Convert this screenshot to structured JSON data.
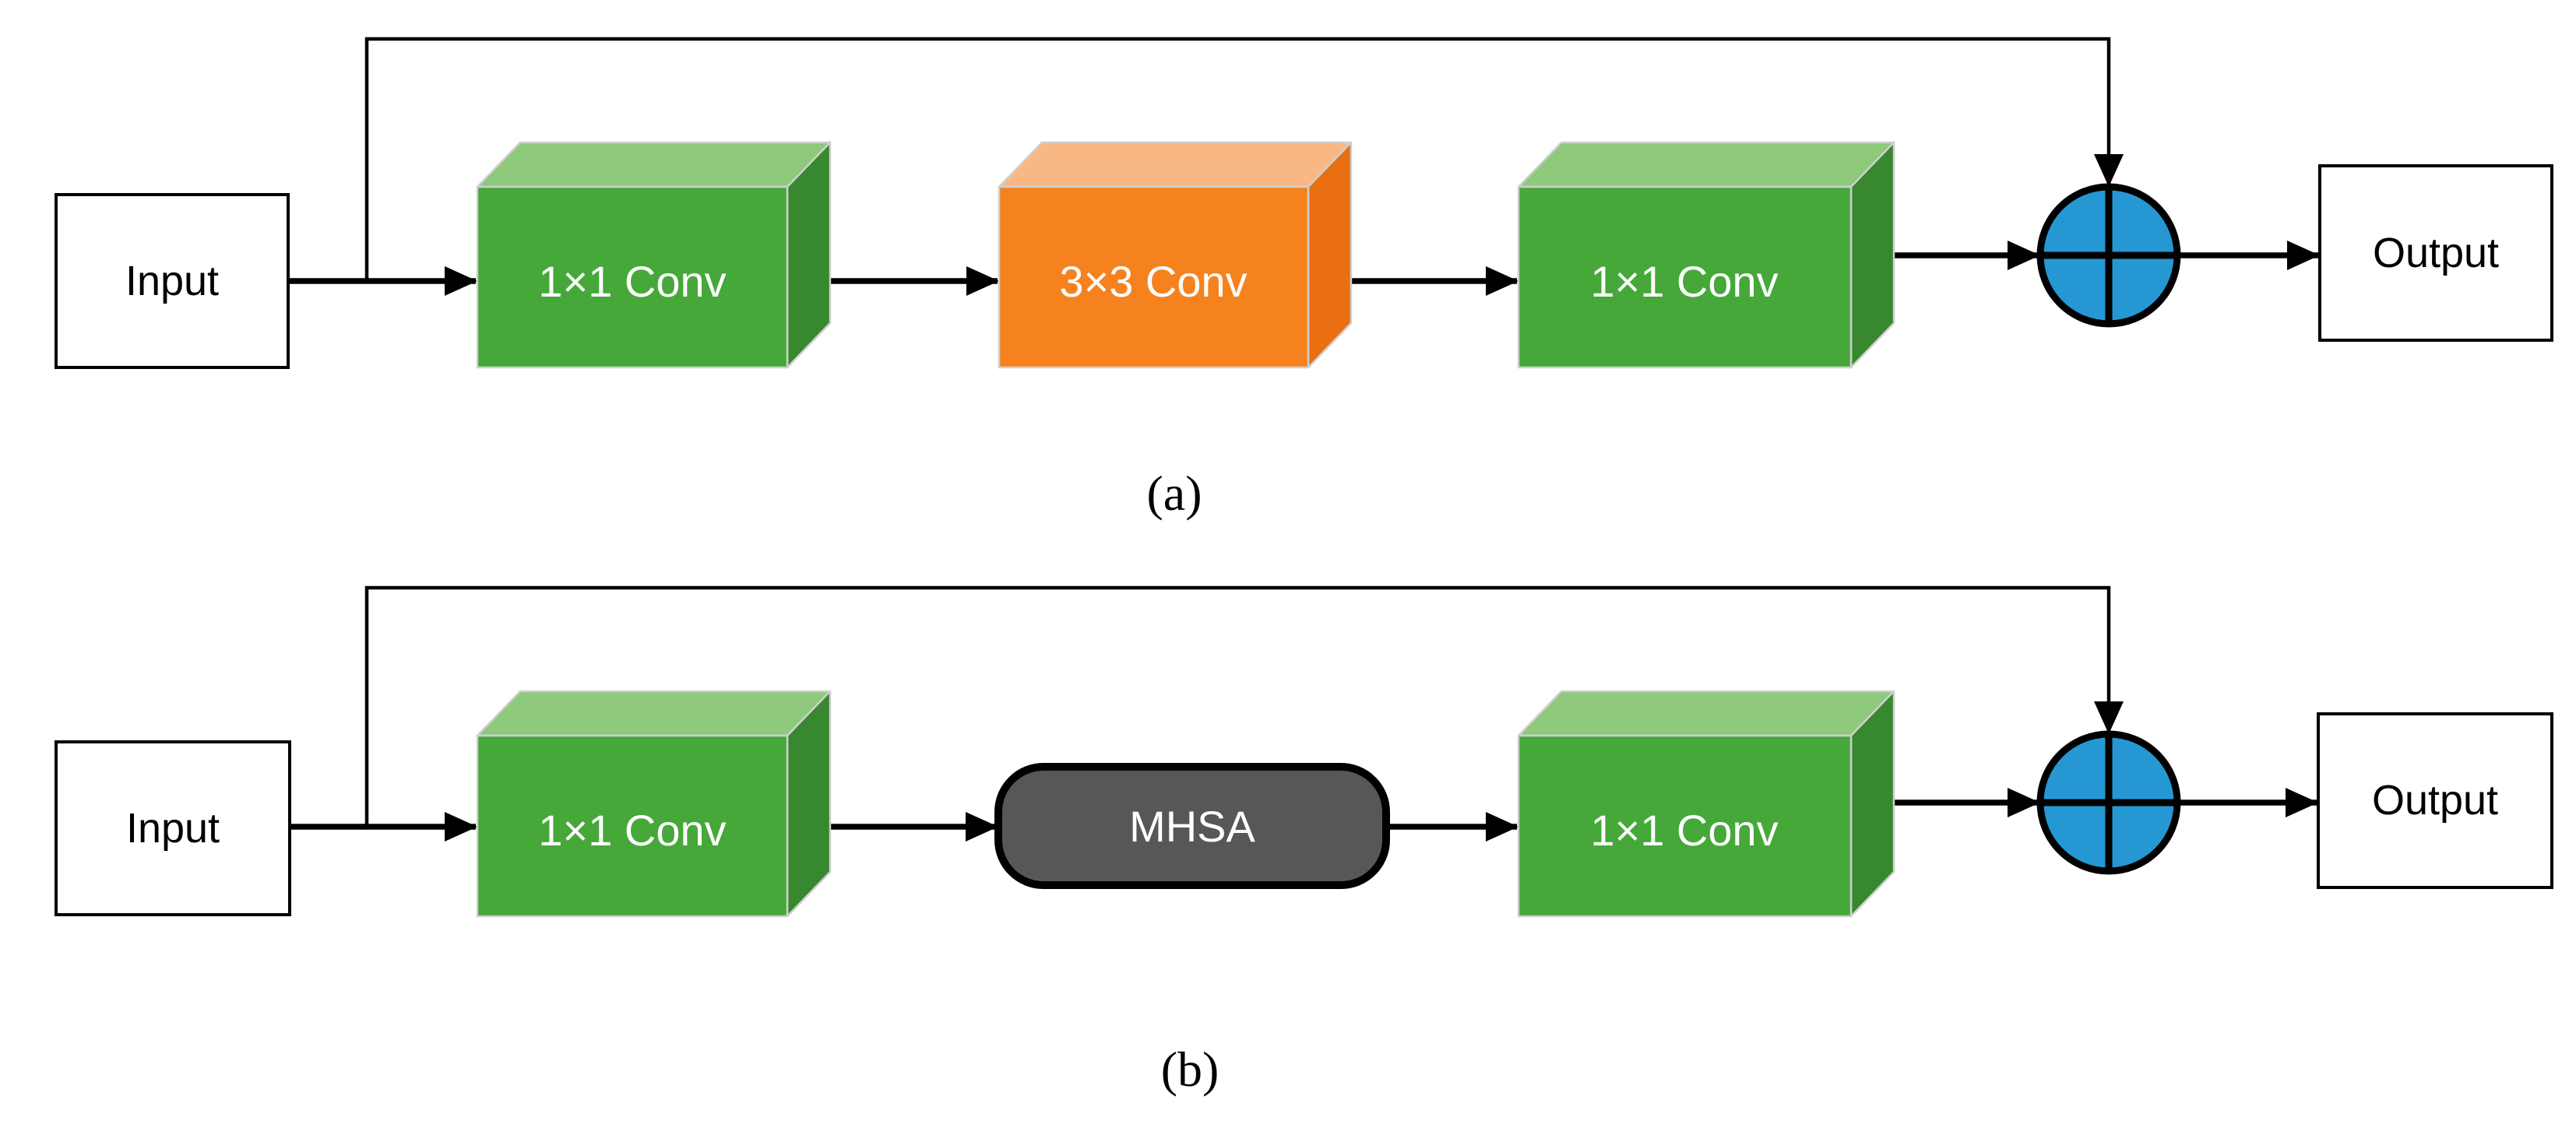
{
  "colors": {
    "background": "#ffffff",
    "line": "#000000",
    "conv_green_front": "#45a839",
    "conv_green_top": "#8ec97c",
    "conv_green_side": "#37882e",
    "conv_orange_front": "#f5821f",
    "conv_orange_top": "#f9b783",
    "conv_orange_side": "#ea6f10",
    "add_circle_fill": "#2598d4",
    "mhsa_fill": "#575756",
    "text_light": "#ffffff",
    "text_dark": "#000000"
  },
  "icons": {
    "add_operator": "circle-plus"
  },
  "diagram_a": {
    "caption": "(a)",
    "input": "Input",
    "conv1": "1×1 Conv",
    "conv2": "3×3 Conv",
    "conv3": "1×1 Conv",
    "output": "Output"
  },
  "diagram_b": {
    "caption": "(b)",
    "input": "Input",
    "conv1": "1×1 Conv",
    "attention": "MHSA",
    "conv3": "1×1 Conv",
    "output": "Output"
  }
}
